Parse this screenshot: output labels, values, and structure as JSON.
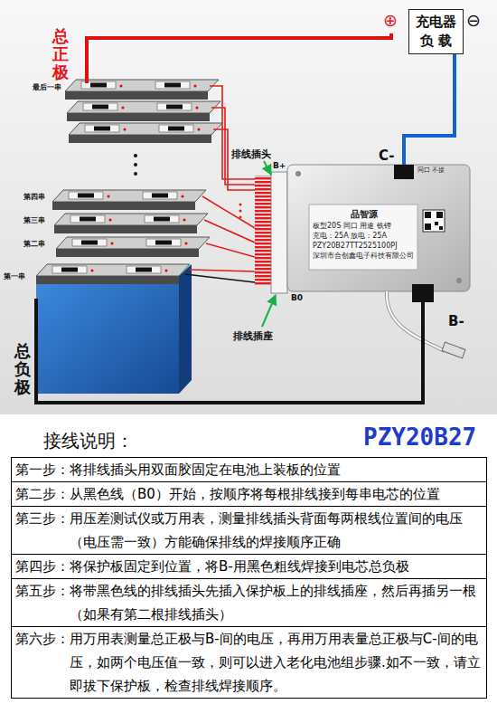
{
  "diagram": {
    "title": "接线说明：",
    "nodes": [
      {
        "text": [
          "充电器",
          "负 载"
        ]
      },
      {
        "text": [
          "品智源",
          "板型20S 同口 用途 铁锂",
          "充电：25A 放电：25A",
          "PZY20B27TT2525100PJ",
          "深圳市合创鑫电子科技有限公司",
          "同口 不接"
        ]
      },
      {
        "text": [
          "第一步：将排线插头用双面胶固定在电池上装板的位置",
          "第二步：从黑色线（B0）开始，按顺序将每根排线接到每串电芯的位置",
          "第三步：用压差测试仪或万用表，测量排线插头背面每两根线位置间的电压（电压需一致）方能确保排线的焊接顺序正确",
          "第四步：将保护板固定到位置，将B-用黑色粗线焊接到电芯总负极",
          "第五步：将带黑色线的排线插头先插入保护板上的排线插座，然后再插另一根（如果有第二根排线插头）",
          "第六步：用万用表测量总正极与B-间的电压，再用万用表量总正极与C-间的电压，如两个电压值一致，则可以进入老化电池组步骤.如不一致，请立即拔下保护板，检查排线焊接顺序。"
        ]
      }
    ],
    "edges": [
      {
        "from": 1,
        "to": 0,
        "arrow": "none"
      }
    ],
    "labels": [
      "总正极",
      "最后一串",
      "⊕",
      "⊖",
      "C-",
      "排线插头",
      "B+",
      "第四串",
      "第三串",
      "第二串",
      "第一串",
      "B0",
      "B-",
      "排线插座",
      "总负极",
      "PZY20B27"
    ]
  }
}
